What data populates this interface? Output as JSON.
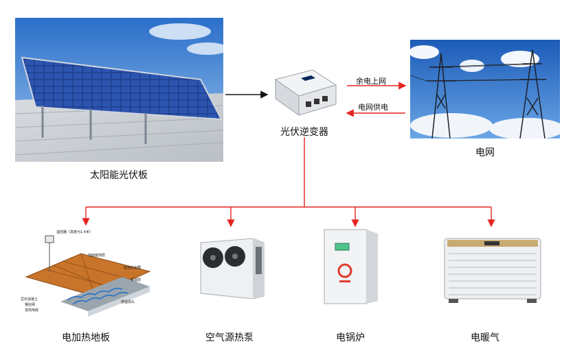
{
  "nodes": {
    "solar_panel": {
      "label": "太阳能光伏板"
    },
    "inverter": {
      "label": "光伏逆变器"
    },
    "grid": {
      "label": "电网"
    },
    "floor_heating": {
      "label": "电加热地板"
    },
    "heat_pump": {
      "label": "空气源热泵"
    },
    "boiler": {
      "label": "电锅炉"
    },
    "heater": {
      "label": "电暖气"
    }
  },
  "flows": {
    "to_grid": "余电上网",
    "from_grid": "电网供电"
  },
  "floor_diagram_labels": [
    "温控器（高度为1.4米）",
    "地面装饰层",
    "铝箔反射膜",
    "保温层",
    "豆石混凝土",
    "钢丝网",
    "发热电缆",
    "感温探头"
  ],
  "colors": {
    "wire": "#e52421",
    "arrow_black": "#111111"
  }
}
